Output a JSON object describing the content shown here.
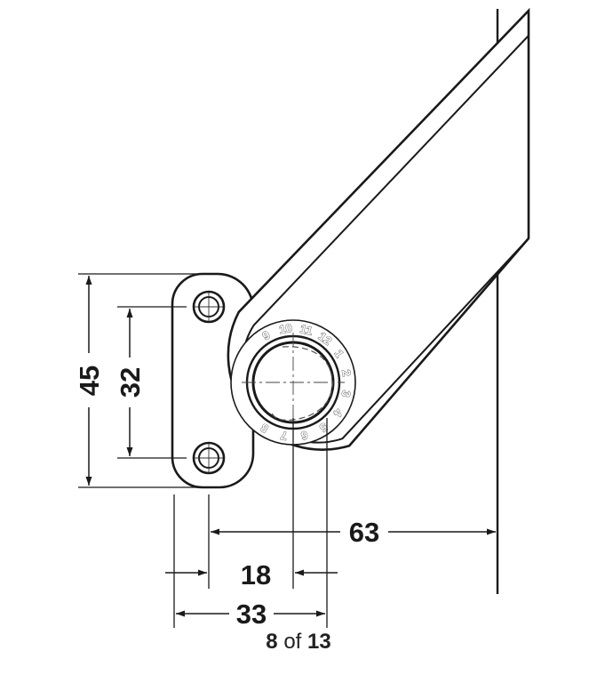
{
  "dimensions": {
    "height_outer": "45",
    "height_inner": "32",
    "width_63": "63",
    "width_18": "18",
    "width_33": "33"
  },
  "scale_ring_numbers": [
    "9",
    "10",
    "11",
    "12",
    "1",
    "2",
    "3",
    "4",
    "5",
    "6",
    "7",
    "8"
  ],
  "pager": {
    "current": "8",
    "separator": "of",
    "total": "13"
  }
}
